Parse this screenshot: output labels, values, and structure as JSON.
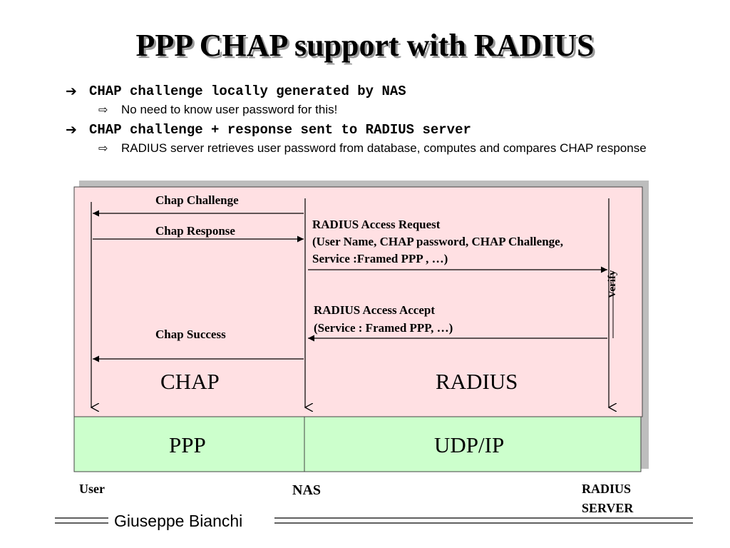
{
  "slide": {
    "title": "PPP CHAP support with RADIUS",
    "bullets": [
      {
        "text": "CHAP challenge locally generated by NAS",
        "sub": "No need to know user password for this!"
      },
      {
        "text": "CHAP challenge + response sent to RADIUS server",
        "sub": "RADIUS server retrieves user password from database, computes and compares CHAP response"
      }
    ],
    "bullet_icon": "arrow-right-icon",
    "sub_bullet_icon": "hollow-arrow-icon"
  },
  "diagram": {
    "messages": {
      "chap_challenge": "Chap Challenge",
      "chap_response": "Chap Response",
      "radius_request_line1": "RADIUS Access Request",
      "radius_request_line2": "(User Name, CHAP password, CHAP Challenge,",
      "radius_request_line3": "Service :Framed PPP , …)",
      "radius_accept_line1": "RADIUS Access Accept",
      "radius_accept_line2": "(Service : Framed PPP, …)",
      "chap_success": "Chap Success",
      "verify": "Verify"
    },
    "regions": {
      "chap": "CHAP",
      "radius": "RADIUS",
      "ppp": "PPP",
      "udp_ip": "UDP/IP"
    },
    "entities": {
      "user": "User",
      "nas": "NAS",
      "radius_server_line1": "RADIUS",
      "radius_server_line2": "SERVER"
    },
    "colors": {
      "protocol_area": "#ffe0e3",
      "transport_area": "#ccffcc",
      "shadow": "#bdbdbd"
    }
  },
  "footer": {
    "author": "Giuseppe Bianchi"
  }
}
